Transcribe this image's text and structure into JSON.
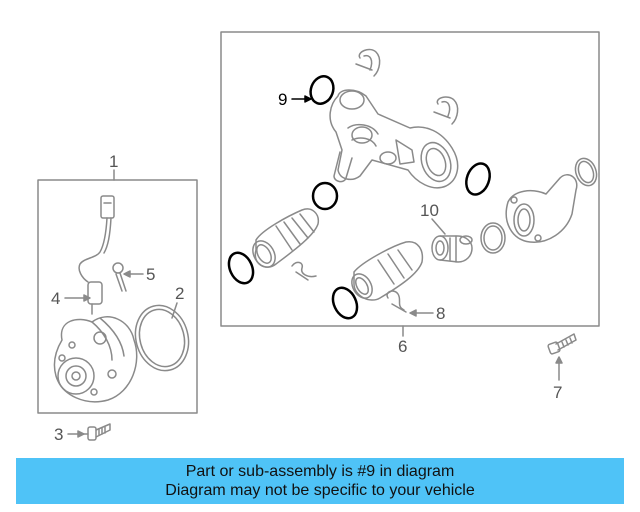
{
  "diagram": {
    "callouts": {
      "c1": "1",
      "c2": "2",
      "c3": "3",
      "c4": "4",
      "c5": "5",
      "c6": "6",
      "c7": "7",
      "c8": "8",
      "c9": "9",
      "c10": "10"
    },
    "highlight_color": "#000000",
    "part_line_color": "#8a8a8a"
  },
  "banner": {
    "line1": "Part or sub-assembly is #9 in diagram",
    "line2": "Diagram may not be specific to your vehicle",
    "background": "#4fc3f7"
  }
}
